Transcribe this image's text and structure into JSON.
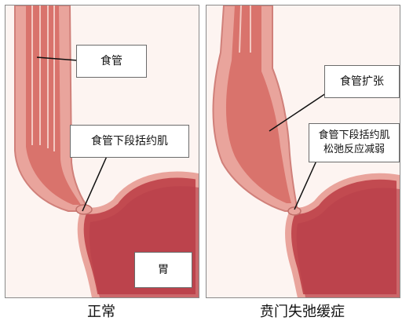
{
  "left_panel": {
    "labels": {
      "esophagus": "食管",
      "les": "食管下段括约肌",
      "stomach": "胃"
    },
    "caption": "正常"
  },
  "right_panel": {
    "labels": {
      "dilation": "食管扩张",
      "les_line1": "食管下段括约肌",
      "les_line2": "松弛反应减弱"
    },
    "caption": "贲门失弛缓症"
  },
  "colors": {
    "tissue_outer": "#e9a49c",
    "tissue_inner": "#d9736c",
    "stomach_wall": "#c24a50",
    "stomach_lining": "#b23a44",
    "background": "#fdf4f1",
    "muscle_stripes": "#f3c9c2"
  }
}
